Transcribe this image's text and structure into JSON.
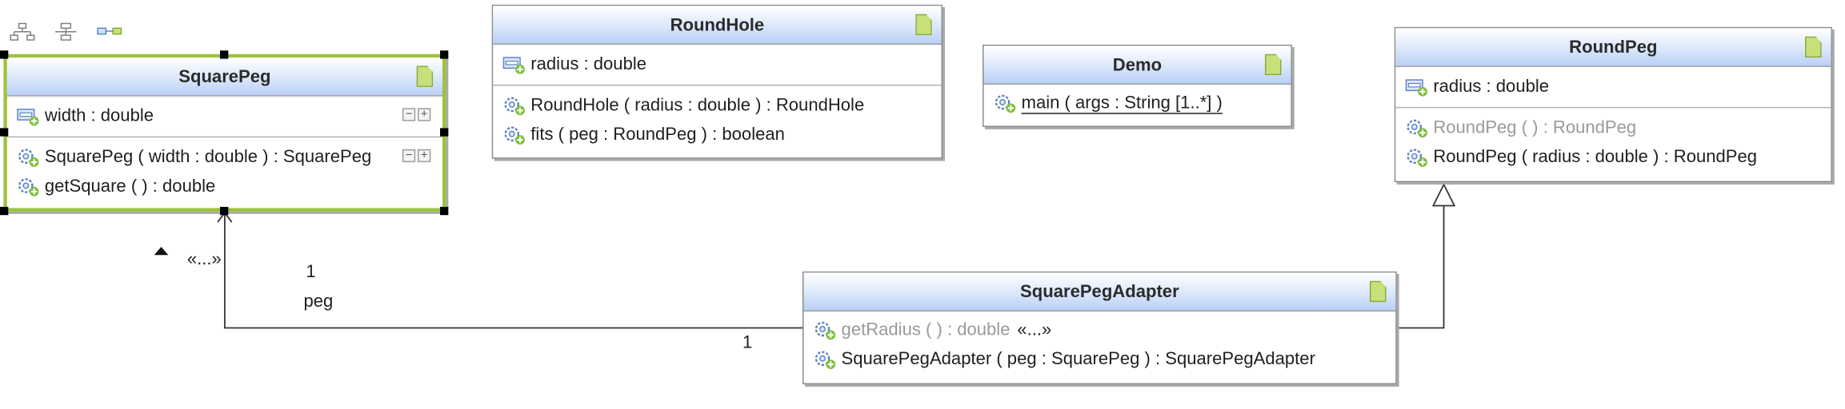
{
  "toolbar": {
    "icons": [
      "hierarchy-layout-icon",
      "tree-layout-icon",
      "connector-layout-icon"
    ]
  },
  "classes": {
    "square_peg": {
      "name": "SquarePeg",
      "attributes": [
        "width : double"
      ],
      "operations": [
        "SquarePeg ( width : double  ) :  SquarePeg",
        "getSquare  ( ) :  double"
      ]
    },
    "round_hole": {
      "name": "RoundHole",
      "attributes": [
        "radius : double"
      ],
      "operations": [
        "RoundHole ( radius : double  ) :  RoundHole",
        "fits ( peg : RoundPeg  ) :  boolean"
      ]
    },
    "demo": {
      "name": "Demo",
      "operations": [
        "main ( args : String [1..*] )"
      ]
    },
    "round_peg": {
      "name": "RoundPeg",
      "attributes": [
        "radius : double"
      ],
      "operations": [
        "RoundPeg  ( ) :  RoundPeg",
        "RoundPeg ( radius : double  ) :  RoundPeg"
      ]
    },
    "square_peg_adapter": {
      "name": "SquarePegAdapter",
      "operations": [
        "getRadius  ( ) :  double",
        "SquarePegAdapter ( peg : SquarePeg  ) :  SquarePegAdapter"
      ],
      "stereotype": "«...»"
    }
  },
  "association": {
    "stereotype": "«...»",
    "target_multiplicity": "1",
    "target_role": "peg",
    "source_multiplicity": "1"
  },
  "colors": {
    "header_gradient_top": "#ffffff",
    "header_gradient_bottom": "#b9cff5",
    "selection_border": "#9dc33b",
    "doc_icon": "#c7e07a",
    "line": "#333333"
  }
}
